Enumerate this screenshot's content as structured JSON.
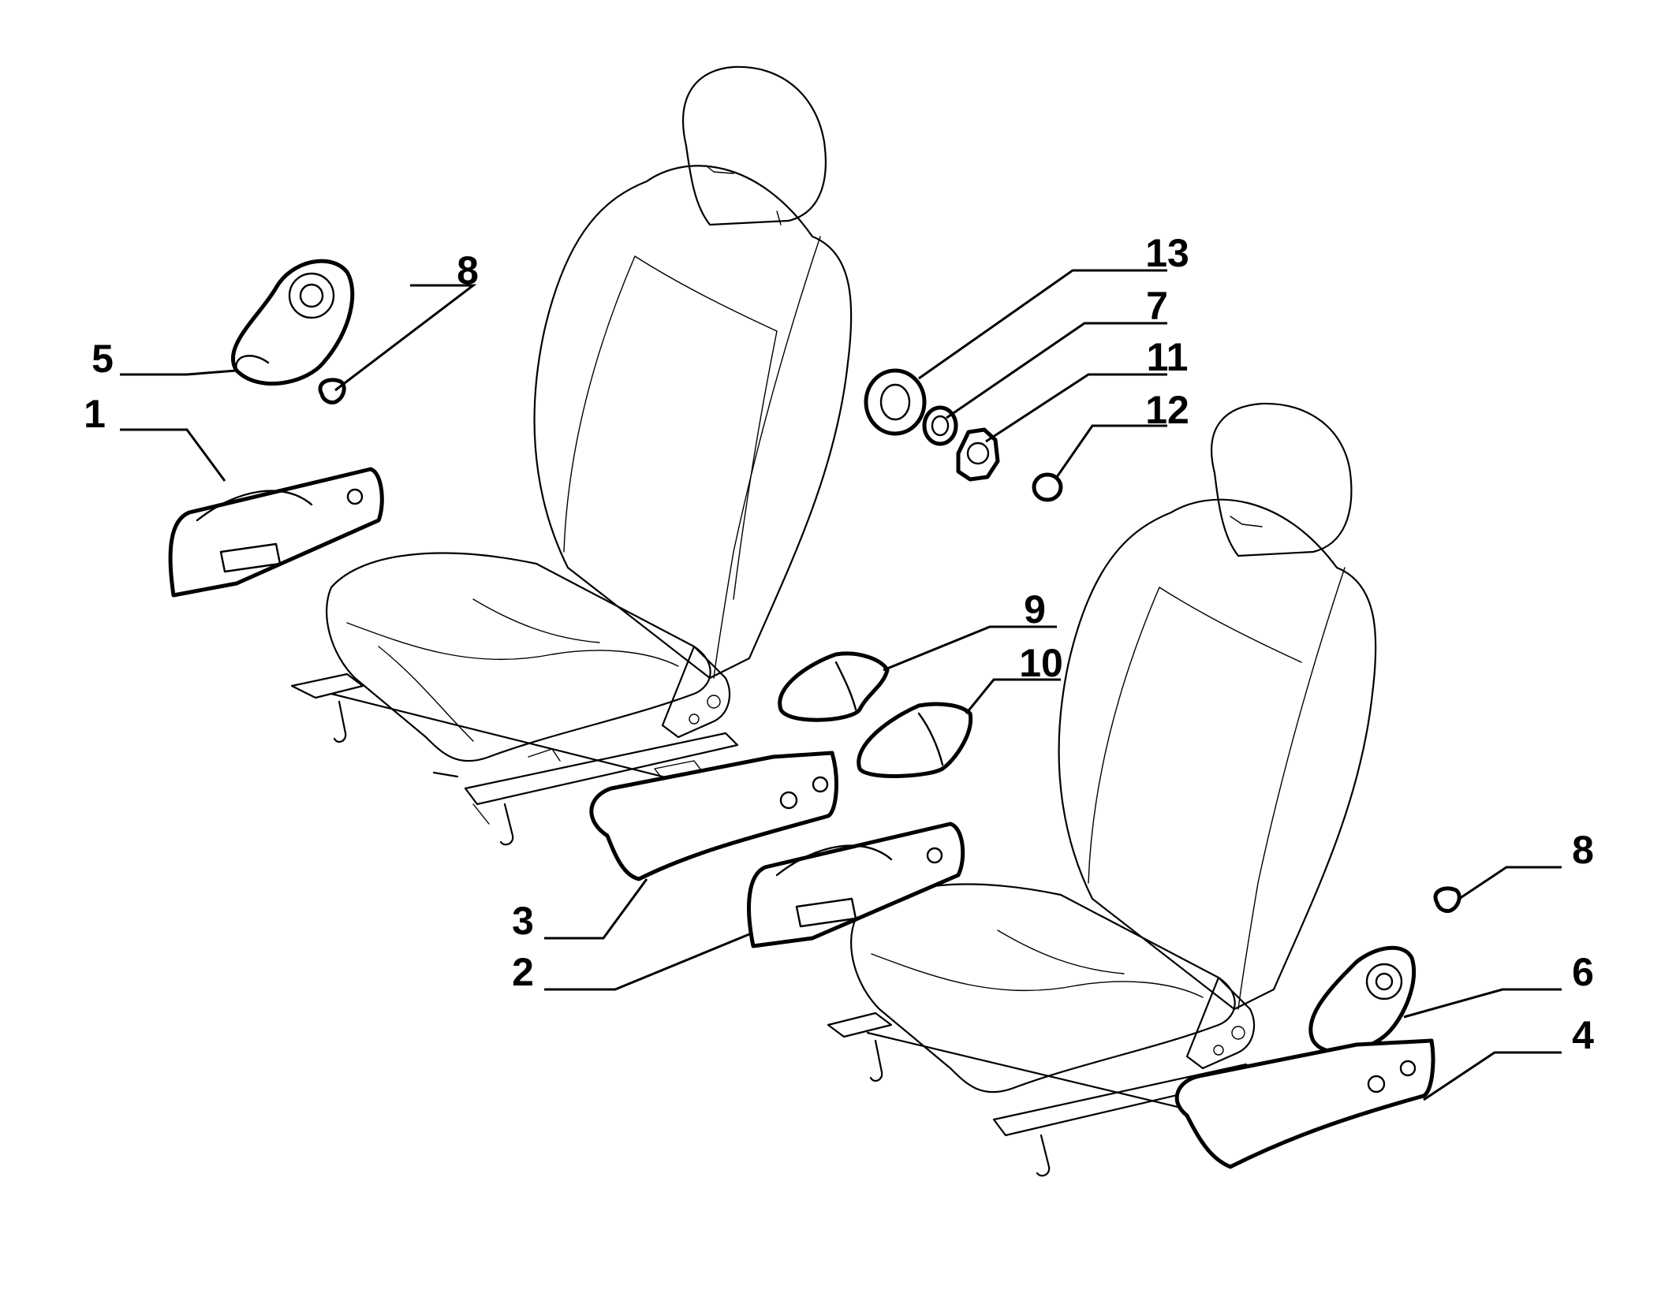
{
  "callouts": [
    {
      "id": "1",
      "label": "1"
    },
    {
      "id": "2",
      "label": "2"
    },
    {
      "id": "3",
      "label": "3"
    },
    {
      "id": "4",
      "label": "4"
    },
    {
      "id": "5",
      "label": "5"
    },
    {
      "id": "6",
      "label": "6"
    },
    {
      "id": "7",
      "label": "7"
    },
    {
      "id": "8a",
      "label": "8"
    },
    {
      "id": "8b",
      "label": "8"
    },
    {
      "id": "9",
      "label": "9"
    },
    {
      "id": "10",
      "label": "10"
    },
    {
      "id": "11",
      "label": "11"
    },
    {
      "id": "12",
      "label": "12"
    },
    {
      "id": "13",
      "label": "13"
    }
  ]
}
